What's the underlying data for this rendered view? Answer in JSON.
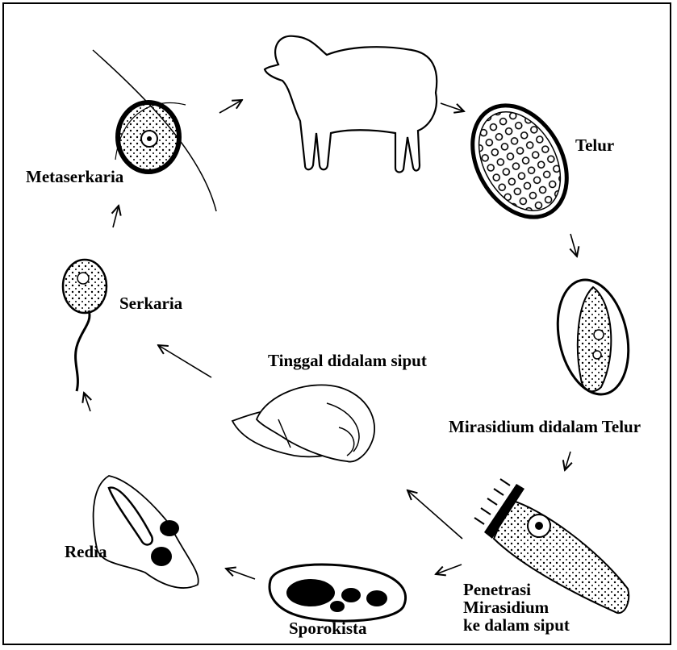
{
  "labels": {
    "metaserkaria": "Metaserkaria",
    "telur": "Telur",
    "serkaria": "Serkaria",
    "tinggal": "Tinggal didalam siput",
    "mirasidium_telur": "Mirasidium didalam Telur",
    "redia": "Redia",
    "sporokista": "Sporokista",
    "penetrasi_1": "Penetrasi",
    "penetrasi_2": "Mirasidium",
    "penetrasi_3": "ke dalam siput"
  },
  "colors": {
    "ink": "#000000",
    "paper": "#ffffff"
  }
}
